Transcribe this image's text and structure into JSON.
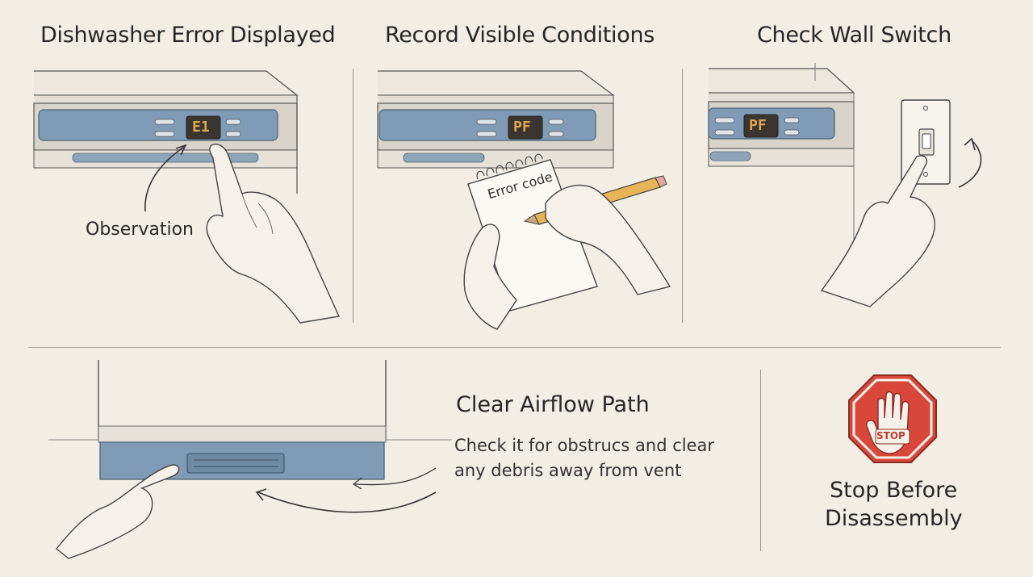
{
  "panels": {
    "p1": {
      "title": "Dishwasher Error Displayed",
      "display_code": "E1",
      "annotation": "Observation"
    },
    "p2": {
      "title": "Record Visible Conditions",
      "display_code": "PF",
      "notepad_text": "Error code"
    },
    "p3": {
      "title": "Check Wall Switch",
      "display_code": "PF"
    },
    "p4": {
      "title": "Clear Airflow Path",
      "description_line1": "Check it for obstrucs and clear",
      "description_line2": "any debris away from vent"
    },
    "p5": {
      "sign_text": "STOP",
      "caption_line1": "Stop Before",
      "caption_line2": "Disassembly"
    }
  },
  "colors": {
    "background": "#f2eee4",
    "panel_blue": "#7f9bb5",
    "display_amber": "#e0a84a",
    "stop_red": "#d8473a",
    "pencil_yellow": "#e8b458"
  }
}
